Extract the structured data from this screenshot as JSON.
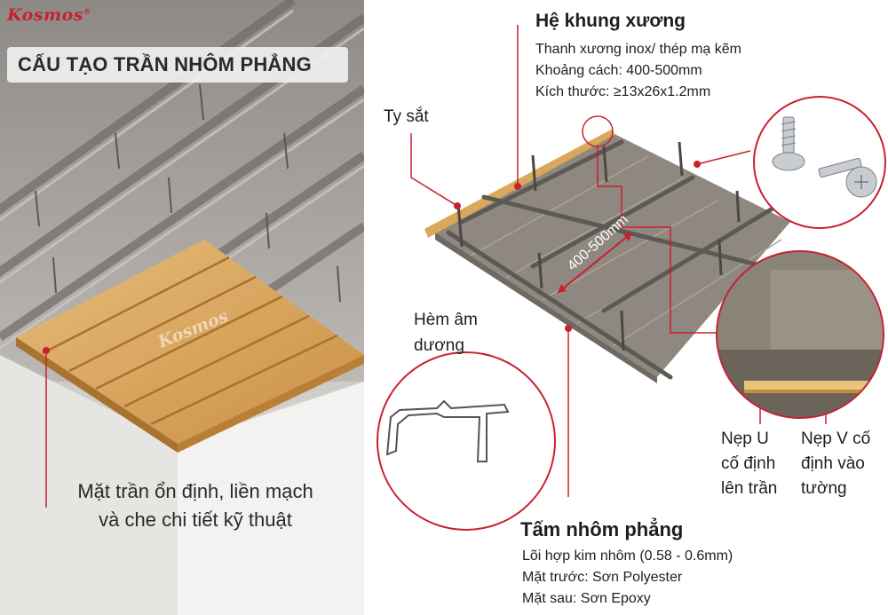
{
  "brand": {
    "logo_text": "Kosmos",
    "reg_mark": "®",
    "watermark": "Kosmos"
  },
  "title": "CẤU TẠO TRẦN NHÔM PHẲNG",
  "left_caption": {
    "line1": "Mặt trần ổn định, liền mạch",
    "line2": "và che chi tiết kỹ thuật"
  },
  "frame": {
    "title": "Hệ khung xương",
    "line1": "Thanh xương inox/ thép mạ kẽm",
    "line2": "Khoảng cách: 400-500mm",
    "line3": "Kích thước: ≥13x26x1.2mm"
  },
  "rod_label": "Ty sắt",
  "spacing_label": "400-500mm",
  "joint": {
    "line1": "Hèm âm",
    "line2": "dương"
  },
  "u_trim": {
    "line1": "Nẹp U",
    "line2": "cố định",
    "line3": "lên trần"
  },
  "v_trim": {
    "line1": "Nẹp V cố",
    "line2": "định vào",
    "line3": "tường"
  },
  "panel": {
    "title": "Tấm nhôm phẳng",
    "line1": "Lõi hợp kim nhôm (0.58 - 0.6mm)",
    "line2": "Mặt trước: Sơn Polyester",
    "line3": "Mặt sau: Sơn Epoxy"
  },
  "colors": {
    "accent": "#c8202f",
    "panel_gold": "#d7a55c",
    "panel_grey": "#8c857c"
  },
  "icons": [
    "screw-icon",
    "leader-dot-icon"
  ]
}
